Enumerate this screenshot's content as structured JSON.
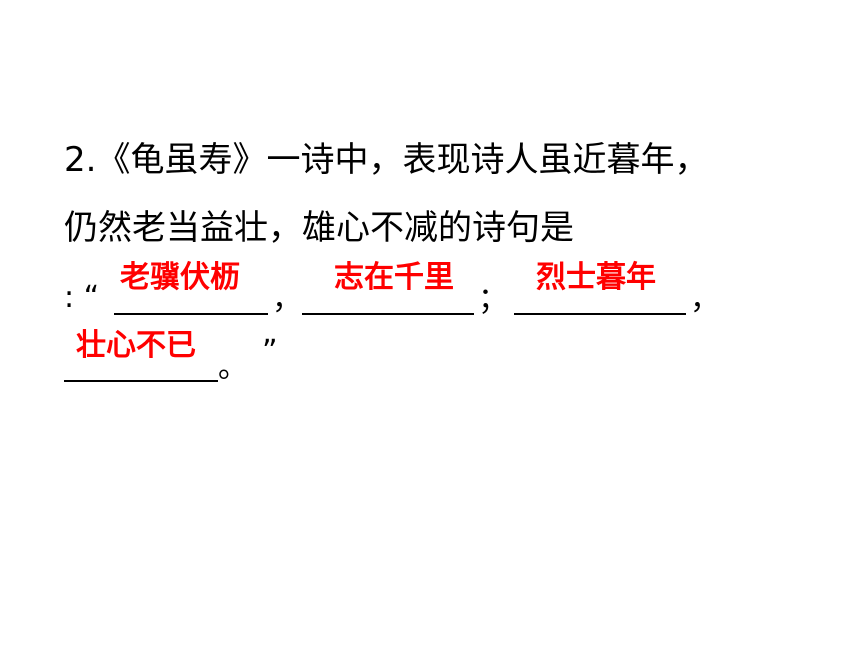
{
  "question": {
    "line1": "2.《龟虽寿》一诗中，表现诗人虽近暮年，",
    "line2": "仍然老当益壮，雄心不减的诗句是",
    "lead": ": “",
    "sep1": "，",
    "sep2": "；",
    "sep3": "，",
    "end_period": "。",
    "end_quote": "”"
  },
  "answers": [
    "老骥伏枥",
    "志在千里",
    "烈士暮年",
    "壮心不已"
  ],
  "colors": {
    "answer": "#ff0000",
    "text": "#000000"
  }
}
